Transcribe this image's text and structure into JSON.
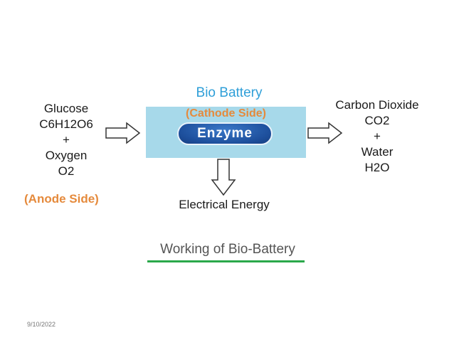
{
  "inputs": {
    "lines": [
      "Glucose",
      "C6H12O6",
      "+",
      "Oxygen",
      "O2"
    ],
    "side_label": "(Anode Side)"
  },
  "battery": {
    "title": "Bio Battery",
    "side_label": "(Cathode Side)",
    "enzyme_label": "Enzyme"
  },
  "outputs": {
    "lines": [
      "Carbon Dioxide",
      "CO2",
      "+",
      "Water",
      "H2O"
    ]
  },
  "energy_label": "Electrical Energy",
  "caption": "Working of Bio-Battery",
  "date": "9/10/2022",
  "colors": {
    "orange": "#e58a3c",
    "title_blue": "#2f9fd8",
    "battery_fill": "#a7d9ea",
    "enzyme_blue": "#1d4f9c",
    "underline_green": "#2aa84a"
  }
}
